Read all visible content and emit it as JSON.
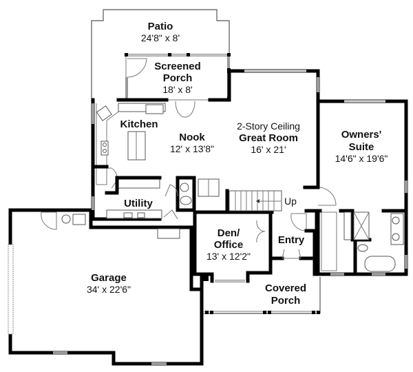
{
  "title": "Main Floor Plan",
  "rooms": {
    "patio": {
      "name": "Patio",
      "dims": "24'8\" x 8'"
    },
    "screened_porch": {
      "name_line1": "Screened",
      "name_line2": "Porch",
      "dims": "18' x 8'"
    },
    "kitchen": {
      "name": "Kitchen"
    },
    "nook": {
      "name": "Nook",
      "dims": "12' x 13'8\""
    },
    "great_room": {
      "note": "2-Story Ceiling",
      "name": "Great Room",
      "dims": "16' x 21'"
    },
    "owners_suite": {
      "name_line1": "Owners'",
      "name_line2": "Suite",
      "dims": "14'6\" x 19'6\""
    },
    "utility": {
      "name": "Utility"
    },
    "den_office": {
      "name_line1": "Den/",
      "name_line2": "Office",
      "dims": "13' x 12'2\""
    },
    "entry": {
      "name": "Entry"
    },
    "garage": {
      "name": "Garage",
      "dims": "34' x 22'6\""
    },
    "covered_porch": {
      "name_line1": "Covered",
      "name_line2": "Porch"
    }
  },
  "stairs": {
    "label": "Up"
  },
  "colors": {
    "wall": "#000000",
    "window": "#999999",
    "background": "#ffffff"
  }
}
